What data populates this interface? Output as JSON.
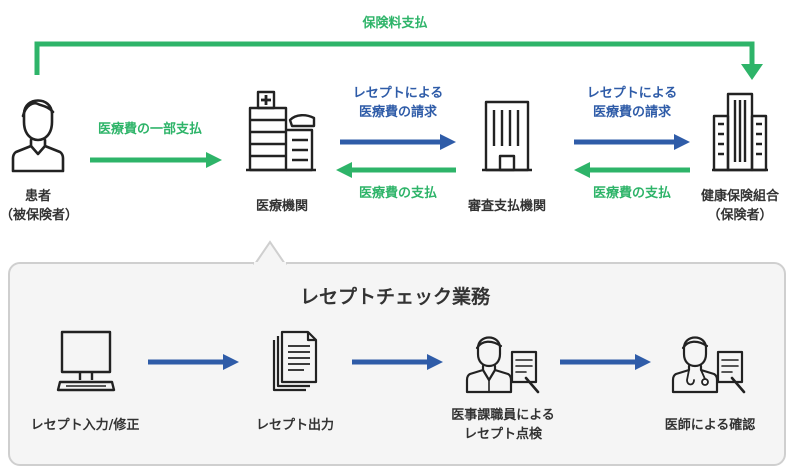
{
  "top_flow": {
    "premium_payment": "保険料支払",
    "nodes": {
      "patient": {
        "line1": "患者",
        "line2": "（被保険者）"
      },
      "medical": {
        "line1": "医療機関"
      },
      "review": {
        "line1": "審査支払機関"
      },
      "insurer": {
        "line1": "健康保険組合",
        "line2": "（保険者）"
      }
    },
    "edges": {
      "patient_to_medical": "医療費の一部支払",
      "medical_to_review": {
        "line1": "レセプトによる",
        "line2": "医療費の請求"
      },
      "review_to_medical": "医療費の支払",
      "review_to_insurer": {
        "line1": "レセプトによる",
        "line2": "医療費の請求"
      },
      "insurer_to_review": "医療費の支払"
    }
  },
  "bottom_panel": {
    "title": "レセプトチェック業務",
    "steps": [
      {
        "line1": "レセプト入力/修正"
      },
      {
        "line1": "レセプト出力"
      },
      {
        "line1": "医事課職員による",
        "line2": "レセプト点検"
      },
      {
        "line1": "医師による確認"
      }
    ]
  },
  "colors": {
    "green": "#2eb469",
    "blue": "#2f5ca8",
    "icon": "#222222"
  },
  "icons": [
    "person-icon",
    "hospital-icon",
    "office-building-icon",
    "skyscraper-icon",
    "computer-monitor-icon",
    "documents-icon",
    "clerk-with-document-icon",
    "doctor-with-document-icon"
  ]
}
